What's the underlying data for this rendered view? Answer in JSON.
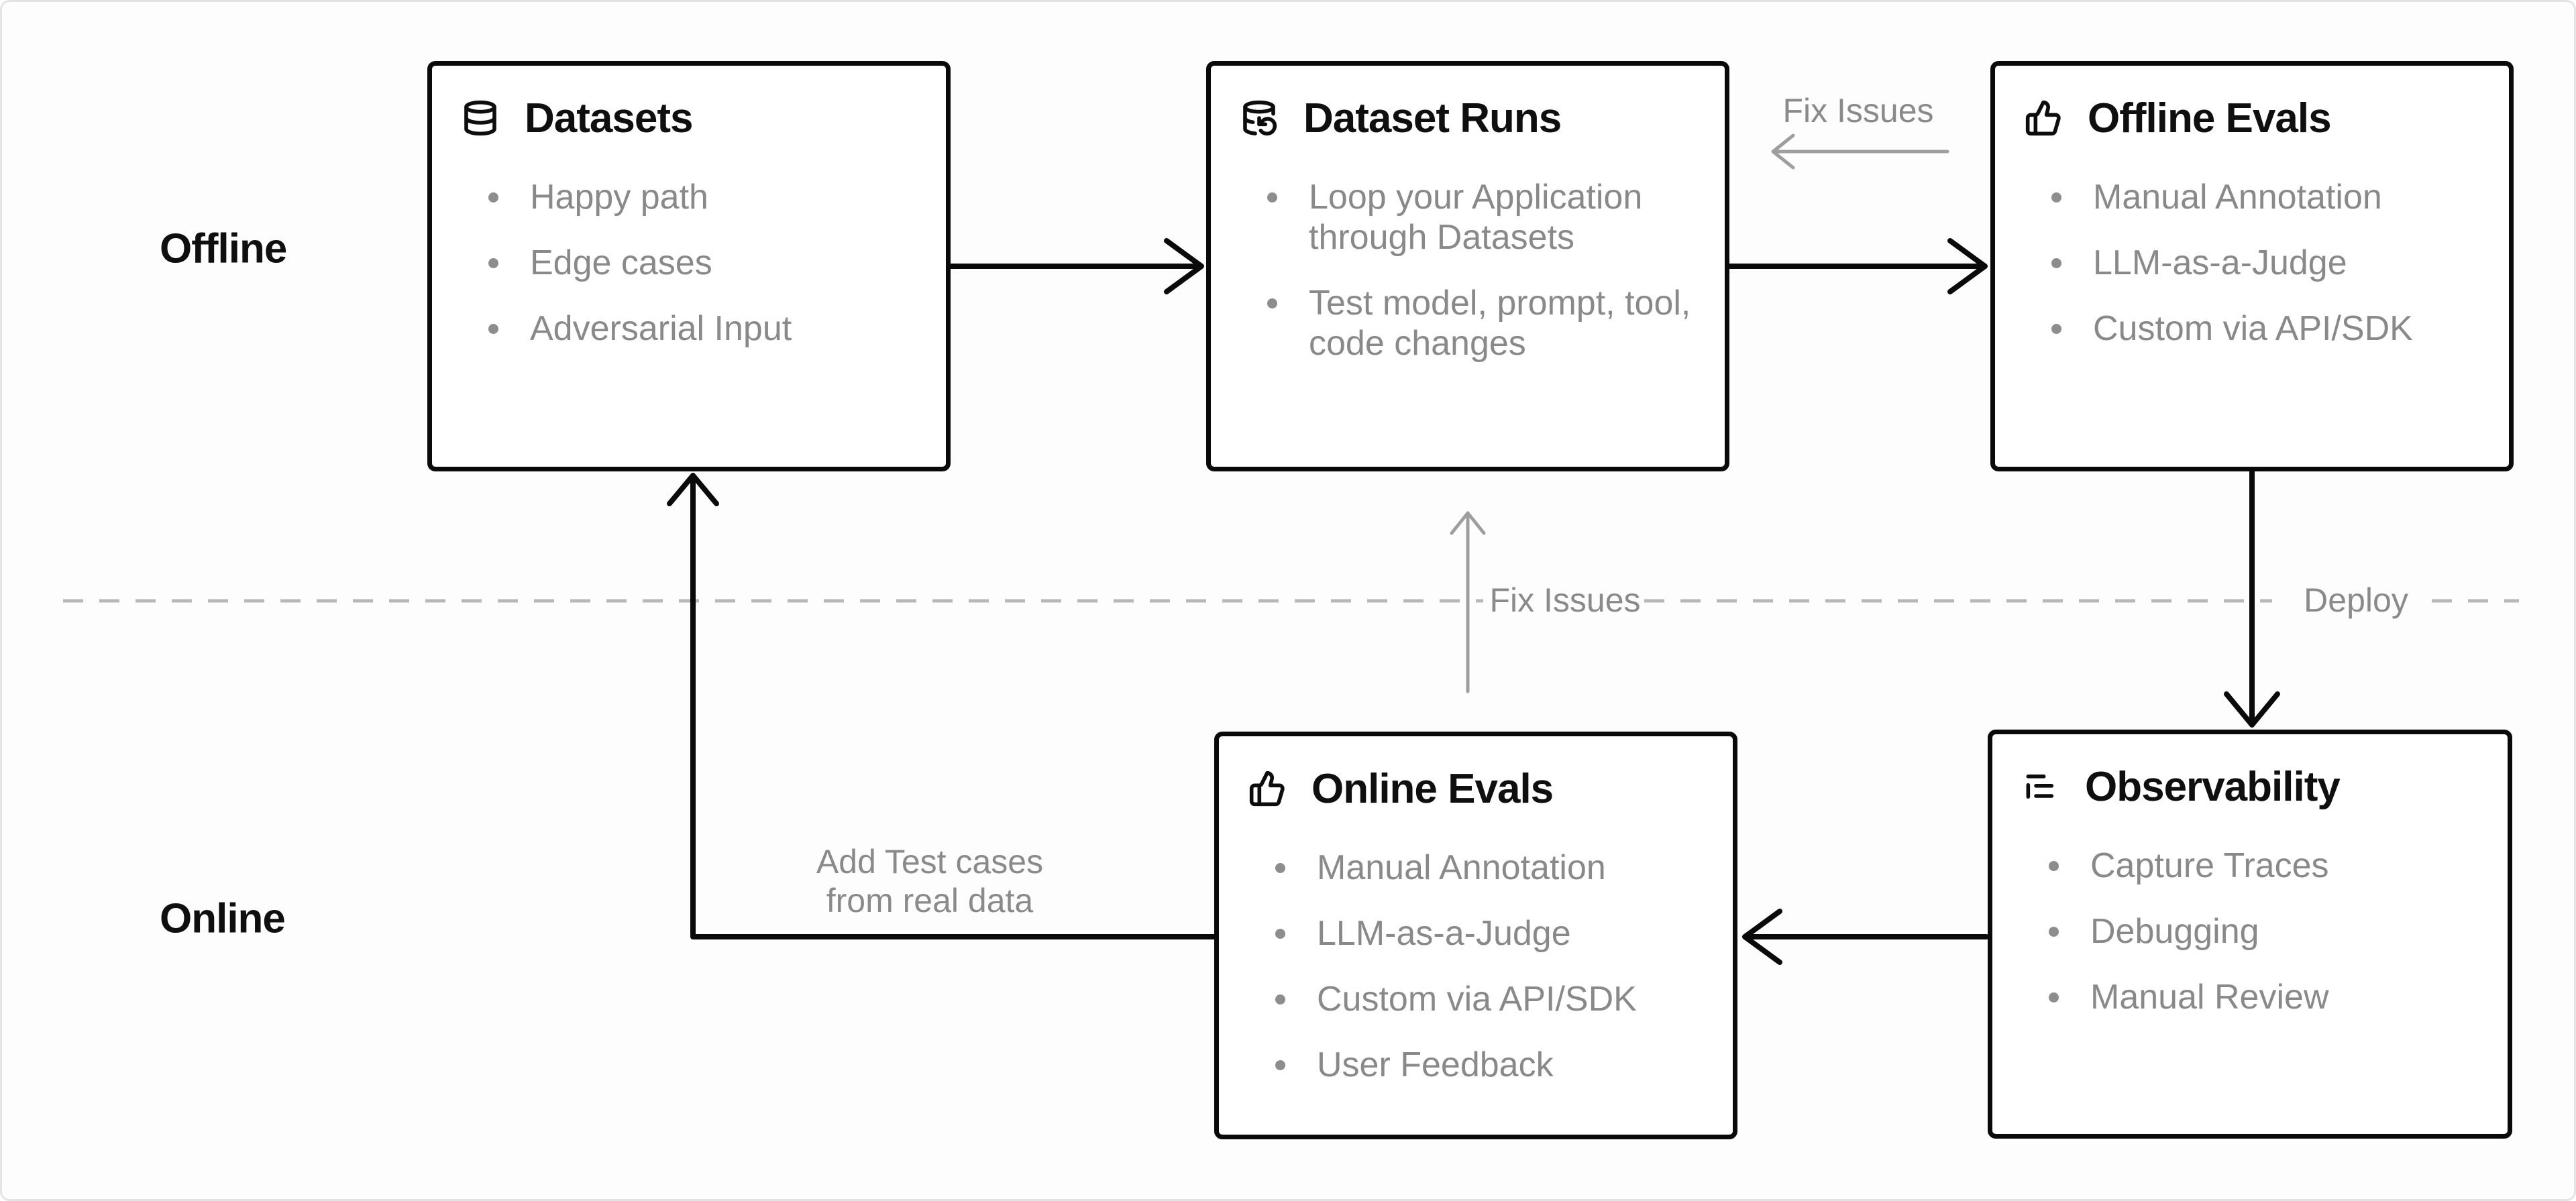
{
  "sections": {
    "offline": "Offline",
    "online": "Online"
  },
  "boxes": {
    "datasets": {
      "title": "Datasets",
      "icon": "database-icon",
      "items": [
        "Happy path",
        "Edge cases",
        "Adversarial Input"
      ]
    },
    "dataset_runs": {
      "title": "Dataset Runs",
      "icon": "database-refresh-icon",
      "items": [
        "Loop your Application\nthrough Datasets",
        "Test model, prompt, tool,\ncode changes"
      ]
    },
    "offline_evals": {
      "title": "Offline Evals",
      "icon": "thumbs-up-icon",
      "items": [
        "Manual Annotation",
        "LLM-as-a-Judge",
        "Custom via API/SDK"
      ]
    },
    "online_evals": {
      "title": "Online Evals",
      "icon": "thumbs-up-icon",
      "items": [
        "Manual Annotation",
        "LLM-as-a-Judge",
        "Custom via API/SDK",
        "User Feedback"
      ]
    },
    "observability": {
      "title": "Observability",
      "icon": "logs-icon",
      "items": [
        "Capture Traces",
        "Debugging",
        "Manual Review"
      ]
    }
  },
  "edge_labels": {
    "fix_issues_top": "Fix Issues",
    "fix_issues_mid": "Fix Issues",
    "deploy": "Deploy",
    "add_test_cases": "Add Test cases\nfrom real data"
  },
  "colors": {
    "background": "#fdfdfd",
    "canvas_border": "#e4e4e4",
    "box_border": "#0a0a0a",
    "title_text": "#0f0f0f",
    "bullet_text": "#898989",
    "black_arrow": "#0a0a0a",
    "gray_arrow": "#9e9e9e",
    "dashed_divider": "#b8b8b8"
  }
}
